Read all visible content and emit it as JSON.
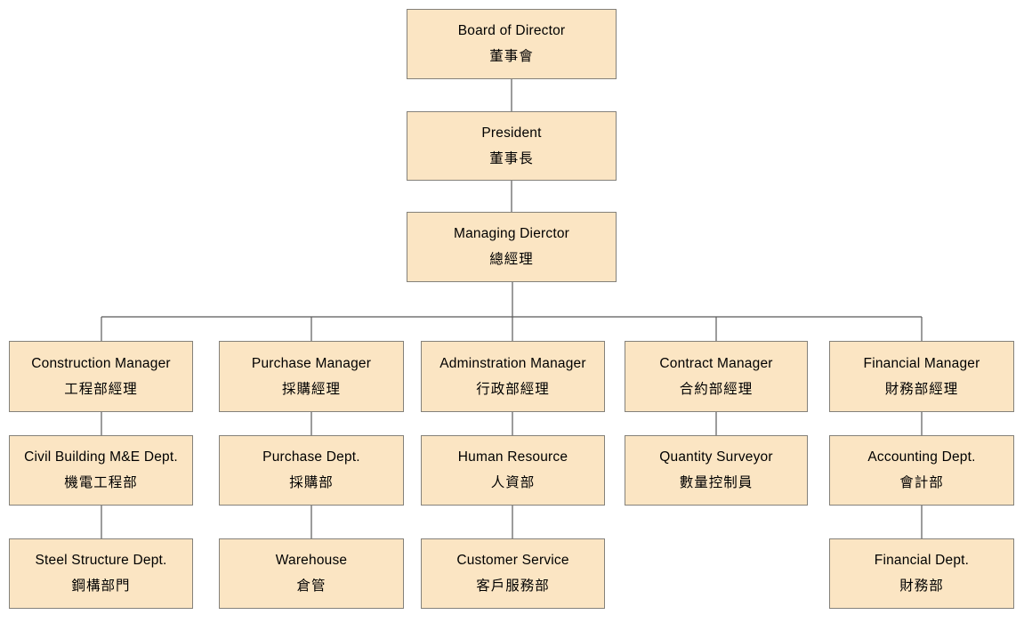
{
  "diagram": {
    "type": "org-chart",
    "colors": {
      "box_fill": "#FBE5C3",
      "box_border": "#84817A",
      "connector": "#595959",
      "background": "#FFFFFF",
      "text": "#000000"
    },
    "nodes": [
      {
        "id": "board-of-director",
        "en": "Board of Director",
        "zh": "董事會"
      },
      {
        "id": "president",
        "en": "President",
        "zh": "董事長"
      },
      {
        "id": "managing-director",
        "en": "Managing Dierctor",
        "zh": "總經理"
      },
      {
        "id": "construction-manager",
        "en": "Construction Manager",
        "zh": "工程部經理"
      },
      {
        "id": "purchase-manager",
        "en": "Purchase Manager",
        "zh": "採購經理"
      },
      {
        "id": "administration-manager",
        "en": "Adminstration Manager",
        "zh": "行政部經理"
      },
      {
        "id": "contract-manager",
        "en": "Contract Manager",
        "zh": "合約部經理"
      },
      {
        "id": "financial-manager",
        "en": "Financial Manager",
        "zh": "財務部經理"
      },
      {
        "id": "civil-building-me-dept",
        "en": "Civil Building M&E Dept.",
        "zh": "機電工程部"
      },
      {
        "id": "purchase-dept",
        "en": "Purchase Dept.",
        "zh": "採購部"
      },
      {
        "id": "human-resource",
        "en": "Human Resource",
        "zh": "人資部"
      },
      {
        "id": "quantity-surveyor",
        "en": "Quantity Surveyor",
        "zh": "數量控制員"
      },
      {
        "id": "accounting-dept",
        "en": "Accounting Dept.",
        "zh": "會計部"
      },
      {
        "id": "steel-structure-dept",
        "en": "Steel Structure Dept.",
        "zh": "鋼構部門"
      },
      {
        "id": "warehouse",
        "en": "Warehouse",
        "zh": "倉管"
      },
      {
        "id": "customer-service",
        "en": "Customer Service",
        "zh": "客戶服務部"
      },
      {
        "id": "financial-dept",
        "en": "Financial Dept.",
        "zh": "財務部"
      }
    ],
    "edges": [
      {
        "from": "board-of-director",
        "to": "president"
      },
      {
        "from": "president",
        "to": "managing-director"
      },
      {
        "from": "managing-director",
        "to": "construction-manager"
      },
      {
        "from": "managing-director",
        "to": "purchase-manager"
      },
      {
        "from": "managing-director",
        "to": "administration-manager"
      },
      {
        "from": "managing-director",
        "to": "contract-manager"
      },
      {
        "from": "managing-director",
        "to": "financial-manager"
      },
      {
        "from": "construction-manager",
        "to": "civil-building-me-dept"
      },
      {
        "from": "civil-building-me-dept",
        "to": "steel-structure-dept"
      },
      {
        "from": "purchase-manager",
        "to": "purchase-dept"
      },
      {
        "from": "purchase-dept",
        "to": "warehouse"
      },
      {
        "from": "administration-manager",
        "to": "human-resource"
      },
      {
        "from": "human-resource",
        "to": "customer-service"
      },
      {
        "from": "contract-manager",
        "to": "quantity-surveyor"
      },
      {
        "from": "financial-manager",
        "to": "accounting-dept"
      },
      {
        "from": "accounting-dept",
        "to": "financial-dept"
      }
    ]
  }
}
